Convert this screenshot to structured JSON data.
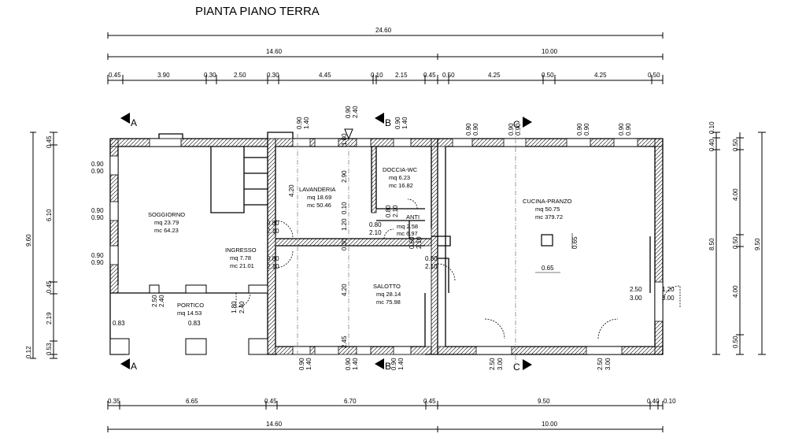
{
  "title": "PIANTA PIANO TERRA",
  "dimensions": {
    "top_total": "24.60",
    "top_sub": [
      "14.60",
      "10.00"
    ],
    "top_detail": [
      "0.45",
      "3.90",
      "0.30",
      "2.50",
      "0.30",
      "4.45",
      "0.10",
      "2.15",
      "0.45",
      "0.50",
      "4.25",
      "0.50",
      "4.25",
      "0.50"
    ],
    "bottom_detail": [
      "0.35",
      "6.65",
      "0.45",
      "6.70",
      "0.45",
      "9.50",
      "0.40",
      "0.10"
    ],
    "bottom_sub": [
      "14.60",
      "10.00"
    ],
    "left_detail": [
      "0.45",
      "6.10",
      "0.45",
      "2.19",
      "0.53",
      "0.12"
    ],
    "left_total": "9.60",
    "right_detail": [
      "0.10",
      "0.40",
      "0.50",
      "4.00",
      "0.50",
      "4.00",
      "0.50"
    ],
    "right_sub": "8.50",
    "right_total": "9.50"
  },
  "rooms": {
    "soggiorno": {
      "name": "SOGGIORNO",
      "area": "mq 23.79",
      "volume": "mc 64.23"
    },
    "ingresso": {
      "name": "INGRESSO",
      "area": "mq 7.78",
      "volume": "mc 21.01"
    },
    "lavanderia": {
      "name": "LAVANDERIA",
      "area": "mq 18.69",
      "volume": "mc 50.46"
    },
    "doccia": {
      "name": "DOCCIA-WC",
      "area": "mq 6.23",
      "volume": "mc 16.82"
    },
    "anti": {
      "name": "ANTI",
      "area": "mq 2.58",
      "volume": "mc 6.97"
    },
    "cucina": {
      "name": "CUCINA-PRANZO",
      "area": "mq 50.75",
      "volume": "mc 379.72"
    },
    "salotto": {
      "name": "SALOTTO",
      "area": "mq 28.14",
      "volume": "mc 75.98"
    },
    "portico": {
      "name": "PORTICO",
      "area": "mq 14.53"
    }
  },
  "section_marks": {
    "a": "A",
    "b": "B",
    "c": "C"
  },
  "openings": {
    "w_090": "0.90",
    "w_140": "1.40",
    "w_240": "2.40",
    "w_250": "2.50",
    "w_300": "3.00",
    "w_120": "1.20",
    "w_180": "1.80",
    "d_080": "0.80",
    "d_210": "2.10",
    "d_060": "0.60"
  },
  "misc": {
    "p083": "0.83",
    "p065": "0.65",
    "h420": "4.20",
    "h290": "2.90",
    "h010": "0.10",
    "h120": "1.20",
    "h030": "0.30",
    "h245": "2.45",
    "h180": "1.80"
  }
}
